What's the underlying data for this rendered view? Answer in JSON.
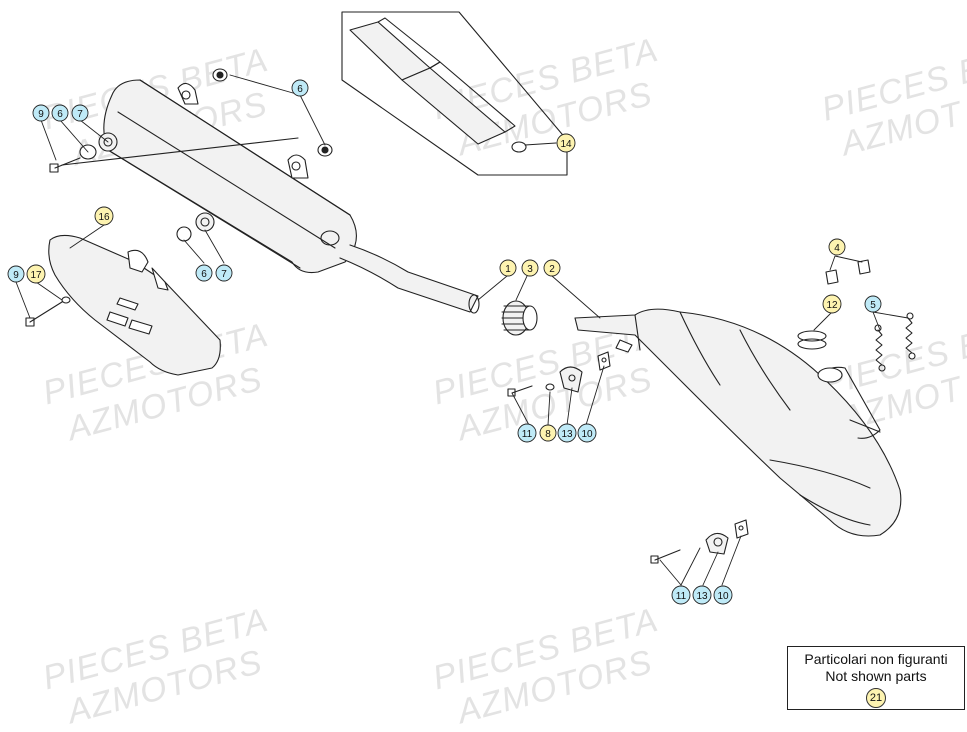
{
  "colors": {
    "badge_yellow": "#fdf3b0",
    "badge_blue": "#bfeaf7",
    "badge_outline_yellow": "#e8d35a",
    "badge_outline_blue": "#4fc3e0",
    "line": "#222222",
    "part_fill": "#f2f2f2",
    "watermark": "#e3e3e3"
  },
  "watermarks": {
    "pieces_beta": "PIECES BETA",
    "azmotors": "AZMOTORS",
    "pieces_b": "PIECES B",
    "azmot": "AZMOT"
  },
  "note": {
    "line1": "Particolari non figuranti",
    "line2": "Not shown parts",
    "part_number": "21"
  },
  "callouts": {
    "c9_left": "9",
    "c6_left": "6",
    "c7_left": "7",
    "c6_top": "6",
    "c14": "14",
    "c16": "16",
    "c9_shield": "9",
    "c17": "17",
    "c6_mid": "6",
    "c7_mid": "7",
    "c1": "1",
    "c3": "3",
    "c2": "2",
    "c4": "4",
    "c12": "12",
    "c5": "5",
    "c11_mid": "11",
    "c8_mid": "8",
    "c13_mid": "13",
    "c10_mid": "10",
    "c11_low": "11",
    "c13_low": "13",
    "c10_low": "10"
  }
}
